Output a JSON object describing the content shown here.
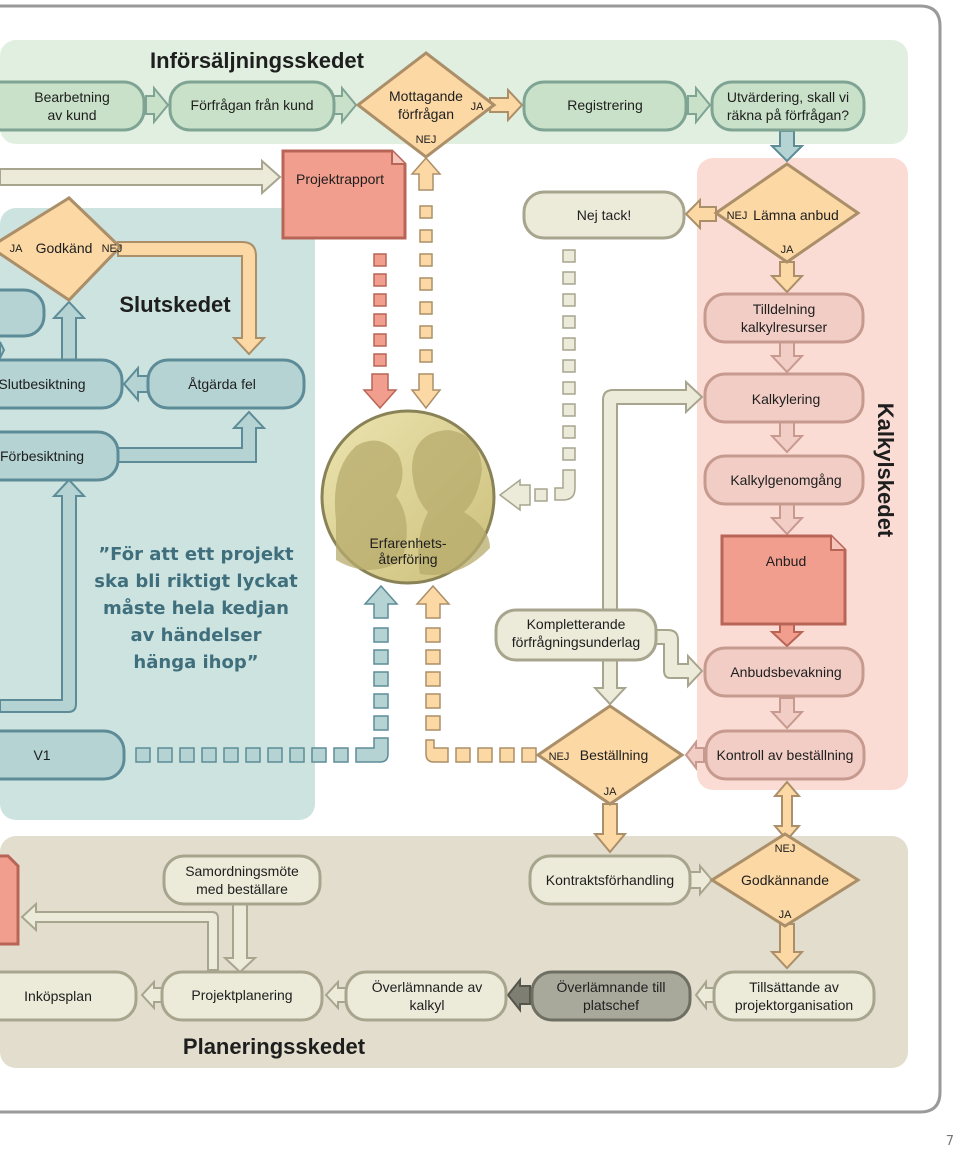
{
  "page_number": "7",
  "phases": {
    "inforsaljning": "Införsäljningsskedet",
    "kalkyl": "Kalkylskedet",
    "slut": "Slutskedet",
    "planering": "Planeringsskedet"
  },
  "nodes": {
    "bearbetning": [
      "Bearbetning",
      "av kund"
    ],
    "forfragan": "Förfrågan från kund",
    "mottagande": [
      "Mottagande",
      "förfrågan"
    ],
    "registrering": "Registrering",
    "utvardering": [
      "Utvärdering, skall vi",
      "räkna på förfrågan?"
    ],
    "projektrapport": "Projektrapport",
    "nej_tack": "Nej tack!",
    "lamna_anbud": "Lämna anbud",
    "godkand": "Godkänd",
    "tilldelning": [
      "Tilldelning",
      "kalkylresurser"
    ],
    "slutbesiktning": "Slutbesiktning",
    "atgarda": "Åtgärda fel",
    "kalkylering": "Kalkylering",
    "forbesiktning": "Förbesiktning",
    "kalkylgenomgang": "Kalkylgenomgång",
    "erfarenhet": [
      "Erfarenhets-",
      "återföring"
    ],
    "anbud": "Anbud",
    "kompletterande": [
      "Kompletterande",
      "förfrågningsunderlag"
    ],
    "anbudsbevakning": "Anbudsbevakning",
    "v1": "V1",
    "bestallning": "Beställning",
    "kontroll": "Kontroll av beställning",
    "samordning": [
      "Samordningsmöte",
      "med beställare"
    ],
    "kontrakt": "Kontraktsförhandling",
    "godkannande": "Godkännande",
    "inkopsplan": "Inköpsplan",
    "projektplanering": "Projektplanering",
    "overl_kalkyl": [
      "Överlämnande av",
      "kalkyl"
    ],
    "overl_platschef": [
      "Överlämnande till",
      "platschef"
    ],
    "tillsattande": [
      "Tillsättande av",
      "projektorganisation"
    ]
  },
  "decisions": {
    "ja": "JA",
    "nej": "NEJ"
  },
  "quote": [
    "”För att ett projekt",
    "ska bli riktigt lyckat",
    "måste hela kedjan",
    "av händelser",
    "hänga ihop”"
  ],
  "colors": {
    "green_zone": "#e1efe1",
    "teal_zone": "#cde3e0",
    "pink_zone": "#fbdcd4",
    "beige_zone": "#e2ddcd",
    "green_box": "#c9e1c9",
    "green_stroke": "#7fa493",
    "teal_box": "#b4d3d2",
    "teal_stroke": "#5d8c98",
    "pink_box": "#f2cdc5",
    "pink_stroke": "#c79a90",
    "beige_box": "#ecead9",
    "beige_stroke": "#a7a58d",
    "diamond": "#fcd8a5",
    "diamond_stroke": "#ab8f69",
    "doc": "#f29e8e",
    "doc_stroke": "#b86557",
    "dark_box": "#a9a99b",
    "text": "#1e1e1e",
    "quote_text": "#3f6f7c"
  }
}
